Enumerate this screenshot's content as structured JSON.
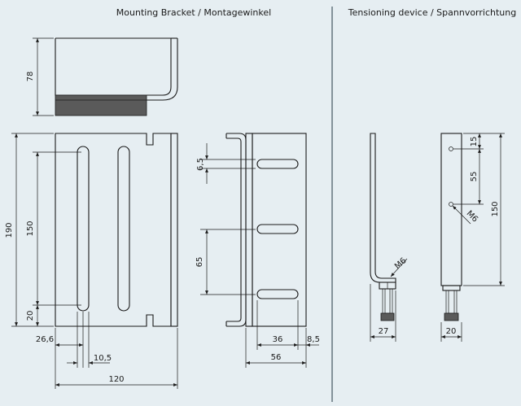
{
  "titles": {
    "left": "Mounting Bracket / Montagewinkel",
    "right": "Tensioning device / Spannvorrichtung"
  },
  "dimensions": {
    "d78": "78",
    "d190": "190",
    "d150": "150",
    "d20": "20",
    "d26_6": "26,6",
    "d10_5": "10,5",
    "d120": "120",
    "d6_5": "6,5",
    "d65": "65",
    "d36": "36",
    "d8_5": "8,5",
    "d56": "56",
    "m6_left": "M6",
    "d27": "27",
    "d15": "15",
    "d55": "55",
    "d150_right": "150",
    "m6_right": "M6",
    "d20_right": "20"
  }
}
